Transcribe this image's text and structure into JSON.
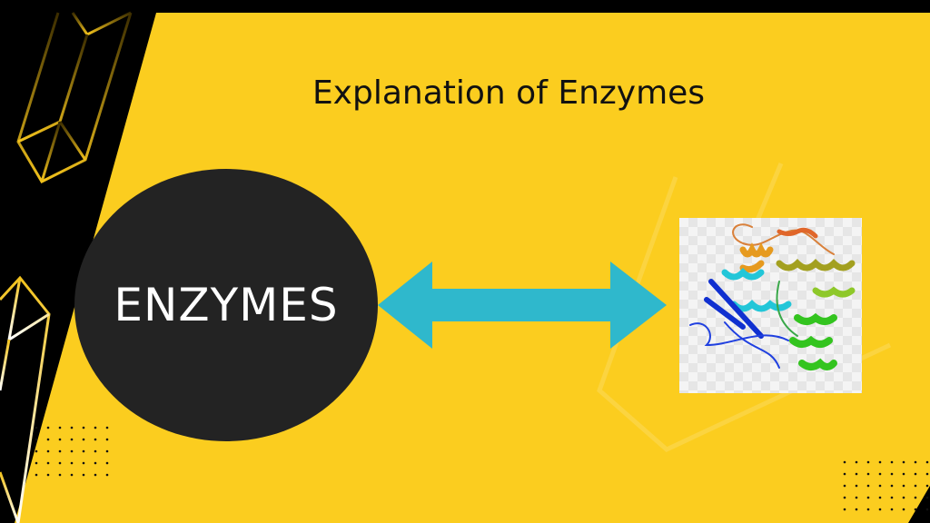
{
  "slide": {
    "title": "Explanation of Enzymes",
    "circle_label": "ENZYMES",
    "image_subject": "protein-ribbon-structure"
  },
  "colors": {
    "background": "#fbcd1f",
    "dark": "#000000",
    "circle": "#232323",
    "arrow": "#2fb8cc"
  }
}
